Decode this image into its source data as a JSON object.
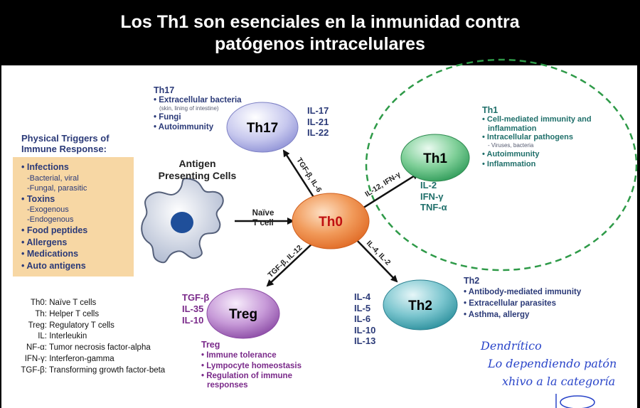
{
  "title": {
    "line1": "Los Th1 son esenciales en la inmunidad contra",
    "line2": "patógenos intracelulares"
  },
  "physical_triggers": {
    "heading_line1": "Physical Triggers of",
    "heading_line2": "Immune Response:",
    "items": [
      {
        "label": "• Infections",
        "subs": [
          "-Bacterial, viral",
          "-Fungal, parasitic"
        ]
      },
      {
        "label": "• Toxins",
        "subs": [
          "-Exogenous",
          "-Endogenous"
        ]
      },
      {
        "label": "• Food peptides",
        "subs": []
      },
      {
        "label": "• Allergens",
        "subs": []
      },
      {
        "label": "• Medications",
        "subs": []
      },
      {
        "label": "• Auto antigens",
        "subs": []
      }
    ]
  },
  "apc": {
    "label_line1": "Antigen",
    "label_line2": "Presenting Cells"
  },
  "naive": {
    "line1": "Naïve",
    "line2": "T cell"
  },
  "cells": {
    "th0": "Th0",
    "th17": "Th17",
    "th1": "Th1",
    "th2": "Th2",
    "treg": "Treg"
  },
  "arrow_labels": {
    "th17": "TGF-β, IL-6",
    "th1": "IL-12, IFN-γ",
    "th2": "IL-4, IL-2",
    "treg": "TGF-β, IL-12"
  },
  "th17": {
    "heading": "Th17",
    "items": [
      "• Extracellular bacteria",
      "• Fungi",
      "• Autoimmunity"
    ],
    "sub_note": "(skin, lining of intestine)",
    "cytokines": [
      "IL-17",
      "IL-21",
      "IL-22"
    ]
  },
  "th1": {
    "heading": "Th1",
    "items": [
      "• Cell-mediated immunity and",
      "inflammation",
      "• Intracellular pathogens",
      "- Viruses, bacteria",
      "• Autoimmunity",
      "• Inflammation"
    ],
    "cytokines": [
      "IL-2",
      "IFN-γ",
      "TNF-α"
    ]
  },
  "th2": {
    "heading": "Th2",
    "items": [
      "• Antibody-mediated immunity",
      "• Extracellular parasites",
      "• Asthma, allergy"
    ],
    "cytokines": [
      "IL-4",
      "IL-5",
      "IL-6",
      "IL-10",
      "IL-13"
    ]
  },
  "treg": {
    "heading": "Treg",
    "items": [
      "• Immune tolerance",
      "• Lympocyte homeostasis",
      "• Regulation of immune",
      "responses"
    ],
    "cytokines": [
      "TGF-β",
      "IL-35",
      "IL-10"
    ]
  },
  "abbreviations": [
    {
      "abbr": "Th0:",
      "meaning": "Naïve T cells"
    },
    {
      "abbr": "Th:",
      "meaning": "Helper T cells"
    },
    {
      "abbr": "Treg:",
      "meaning": "Regulatory T cells"
    },
    {
      "abbr": "IL:",
      "meaning": "Interleukin"
    },
    {
      "abbr": "NF-α:",
      "meaning": "Tumor necrosis factor-alpha"
    },
    {
      "abbr": "IFN-γ:",
      "meaning": "Interferon-gamma"
    },
    {
      "abbr": "TGF-β:",
      "meaning": "Transforming growth factor-beta"
    }
  ],
  "handwriting": {
    "line1": "Dendrítico",
    "line2": "Lo dependiendo patón",
    "line3": "xhivo a la categoría"
  },
  "colors": {
    "title_bg": "#000000",
    "navy_text": "#2b3a78",
    "th0_text": "#c01010",
    "teal_text": "#1f6f6a",
    "purple_text": "#7a2a8a",
    "trigger_box": "#f7d7a4",
    "th1_circle": "#1f9a4a",
    "handwriting": "#2a45c9"
  }
}
